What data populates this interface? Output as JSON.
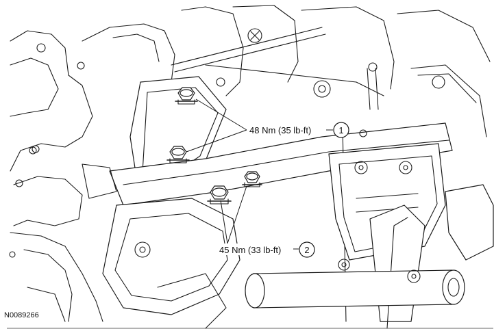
{
  "callouts": [
    {
      "number": "1",
      "torque": "48 Nm (35 lb-ft)"
    },
    {
      "number": "2",
      "torque": "45 Nm (33 lb-ft)"
    }
  ],
  "figure_id": "N0089266"
}
